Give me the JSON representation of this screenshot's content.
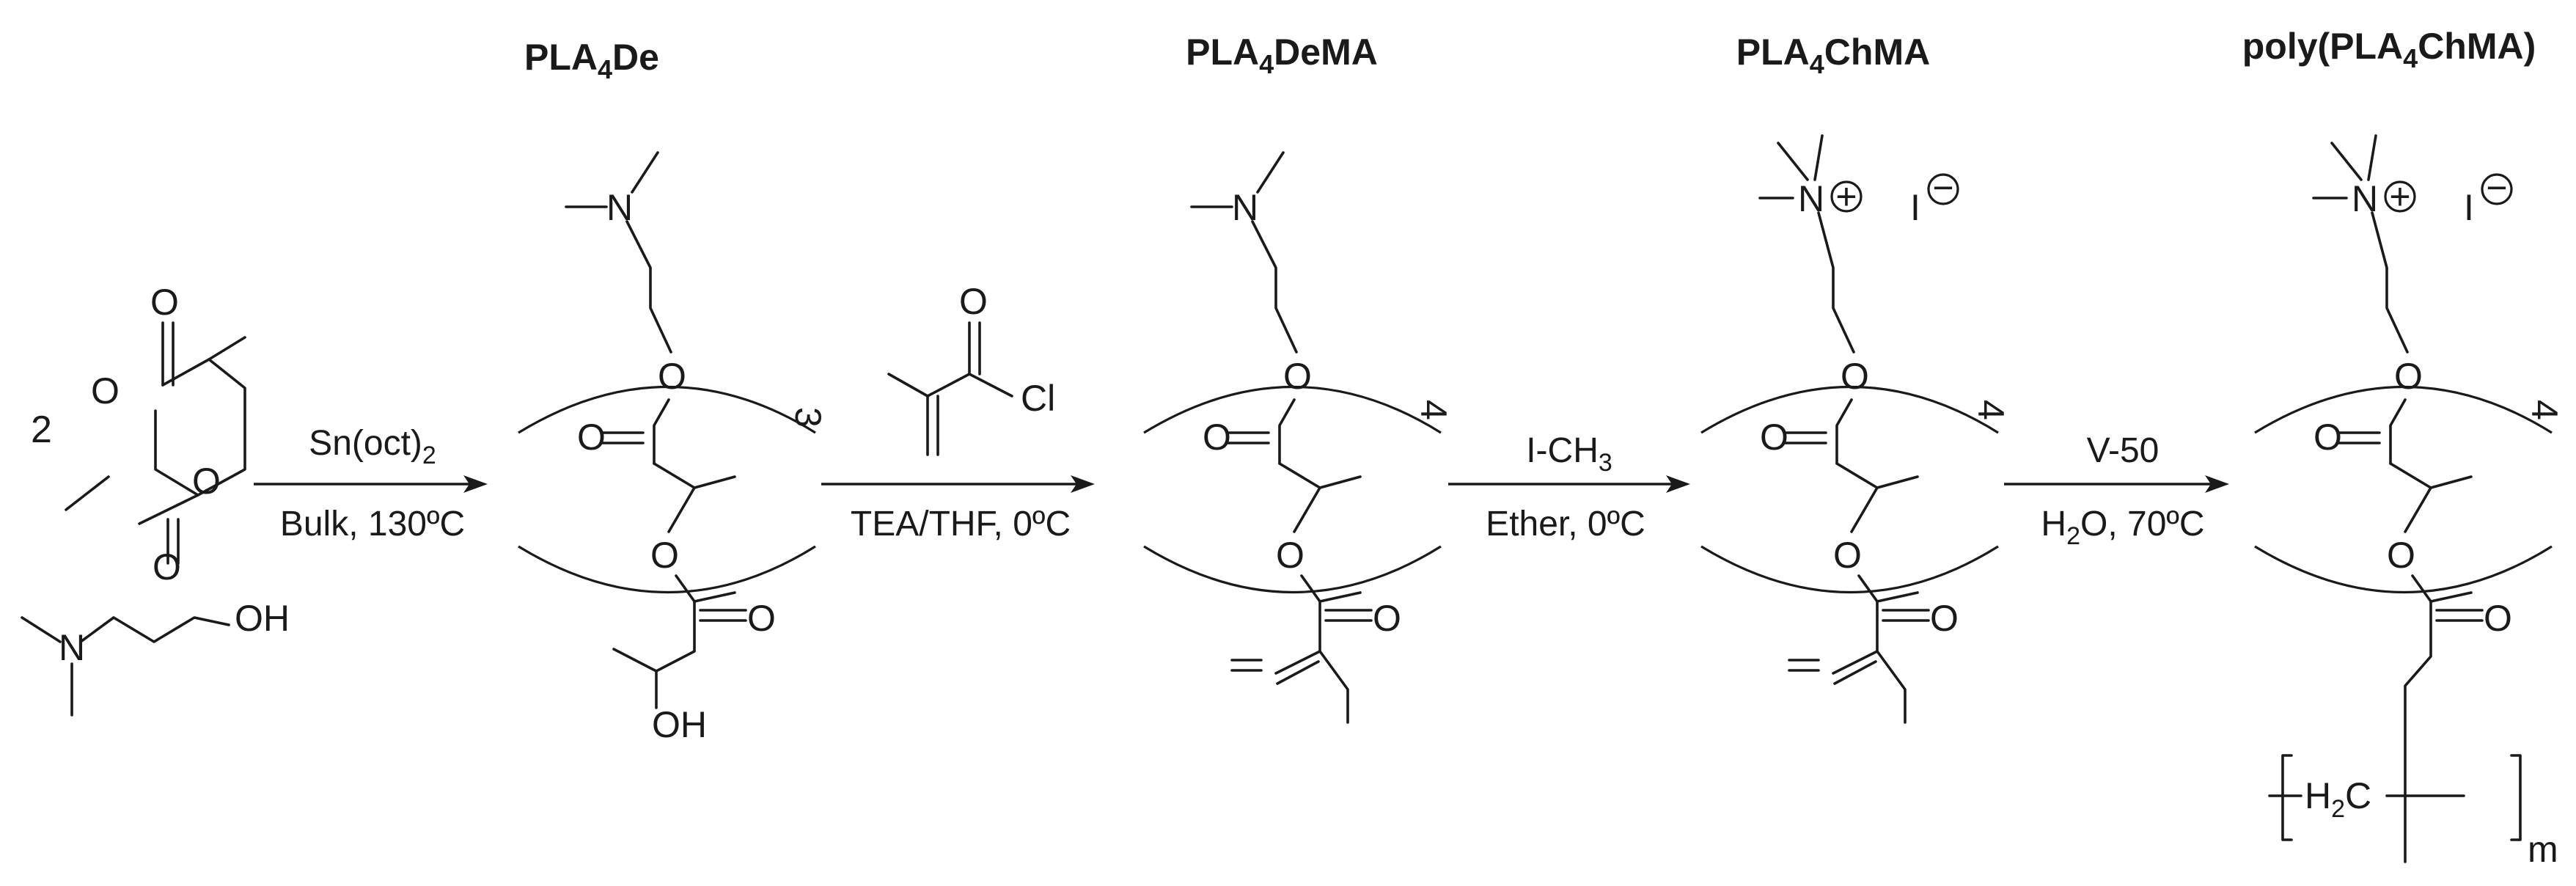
{
  "titles": {
    "t1": {
      "main": "PLA",
      "sub": "4",
      "rest": "De"
    },
    "t2": {
      "main": "PLA",
      "sub": "4",
      "rest": "DeMA"
    },
    "t3": {
      "main": "PLA",
      "sub": "4",
      "rest": "ChMA"
    },
    "t4": {
      "pre": "poly(PLA",
      "sub": "4",
      "rest": "ChMA)"
    }
  },
  "steps": {
    "s1": {
      "above_main": "Sn(oct)",
      "above_sub": "2",
      "below": "Bulk, 130ºC"
    },
    "s2": {
      "below": "TEA/THF, 0ºC"
    },
    "s3": {
      "above_main": "I-CH",
      "above_sub": "3",
      "below": "Ether, 0ºC"
    },
    "s4": {
      "above": "V-50",
      "below_pre": "H",
      "below_sub": "2",
      "below_rest": "O, 70ºC"
    }
  },
  "reagents": {
    "coefficient": "2",
    "acid_chloride_cl": "Cl"
  },
  "atoms": {
    "O": "O",
    "N": "N",
    "OH": "OH",
    "I": "I",
    "H2C_main": "H",
    "H2C_sub": "2",
    "H2C_rest": "C",
    "m": "m",
    "plus": "+",
    "minus": "−"
  },
  "repeat_counts": {
    "r1": "3",
    "r2": "4",
    "r3": "4",
    "r4": "4"
  }
}
